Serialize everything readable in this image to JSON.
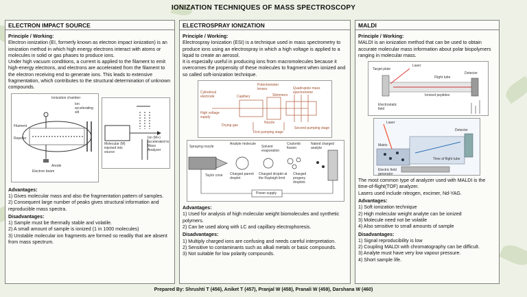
{
  "title": "IONIZATION TECHNIQUES OF MASS SPECTROSCOPY",
  "panels": {
    "ei": {
      "heading": "ELECTRON IMPACT SOURCE",
      "principle_heading": "Principle / Working:",
      "principle_text_1": "Electron ionization (EI, formerly known as electron impact ionization) is an ionization method in which high energy electrons interact with atoms or molecules in solid or gas phases to produce ions.",
      "principle_text_2": "Under high vacuum conditions, a current is applied to the filament to emit high-energy electrons, and electrons are accelerated from the filament to the electron receiving end to generate ions. This leads to extensive fragmentation, which contributes to the structural determination of unknown compounds.",
      "figure": {
        "labels": [
          "Filament",
          "Repeller",
          "Ionization chamber",
          "Electron beam",
          "Ion accelerating slit",
          "Anode",
          "Molecular (M) injected into source",
          "Ion (M+) accelerated to Mass Analyzer"
        ]
      },
      "advantages_heading": "Advantages:",
      "advantages": [
        "1) Gives molecular mass and also the fragmentation pattern of samples.",
        "2) Consequent large number of peaks gives structural information and reproducible mass spectra."
      ],
      "disadvantages_heading": "Disadvantages:",
      "disadvantages": [
        "1) Sample must be thermally stable and volatile.",
        "2) A small amount of sample is ionized (1 in 1000 molecules)",
        "3) Unstable molecular ion fragments are formed so readily that are absent from mass spectrum."
      ]
    },
    "esi": {
      "heading": "ELECTROSPRAY IONIZATION",
      "principle_heading": "Principle / Working:",
      "principle_text_1": "Electrospray Ionization (ESI) is a technique used in mass spectrometry to produce ions using an electrospray in which a high voltage is applied to a liquid to create an aerosol.",
      "principle_text_2": "It is especially useful in producing ions from macromolecules because it overcomes the propensity of these molecules to fragment when ionized and so called soft-ionization technique.",
      "figure1": {
        "labels": [
          "Cylindrical electrode",
          "Capillary",
          "Potentiometer lenses",
          "Quadrupole mass spectrometer",
          "High voltage supply",
          "Drying gas",
          "Nozzle",
          "Skimmers",
          "First pumping stage",
          "Second pumping stage"
        ]
      },
      "figure2": {
        "labels": [
          "Spraying nozzle",
          "Analyte molecule",
          "Solvent evaporation",
          "Coulomb fission",
          "Naked charged analyte",
          "Taylor cone",
          "Charged parent droplet",
          "Charged droplet at the Rayleigh limit",
          "Charged progeny droplets",
          "Power supply"
        ]
      },
      "advantages_heading": "Advantages:",
      "advantages": [
        "1) Used for analysis of high molecular weight biomolecules and synthetic polymers.",
        "2) Can be used along with LC and capillary electrophoresis."
      ],
      "disadvantages_heading": "Disadvantages:",
      "disadvantages": [
        "1) Multiply charged ions are confusing and needs careful interpretation.",
        "2) Sensitive to contaminants such as alkali metals or basic compounds.",
        "3) Not suitable for low polarity compounds."
      ]
    },
    "maldi": {
      "heading": "MALDI",
      "principle_heading": "Principle / Working:",
      "principle_text": "MALDI is an ionization method that can be used to obtain accurate molecular mass information about polar biopolymers ranging in molecular mass.",
      "figure1": {
        "labels": [
          "Target plate",
          "Laser",
          "Flight tube",
          "Detector",
          "Electrostatic field",
          "Ionized peptides"
        ]
      },
      "figure2": {
        "labels": [
          "Laser",
          "Detector",
          "Matrix",
          "Time of flight tube",
          "Electric field generator"
        ]
      },
      "analyzer_text": "The most common type of analyzer used with MALDI is the time-of-flight(TOF) analyzer.",
      "lasers_text": "Lasers used include nitrogen, excimer, Nd-YAG.",
      "advantages_heading": "Advantages:",
      "advantages": [
        "1)   Soft ionization technique",
        "2)   High molecular weight analyte can be ionized",
        "3)   Molecule need not be volatile",
        "4)   Also sensitive to small amounts of sample"
      ],
      "disadvantages_heading": "Disadvantages:",
      "disadvantages": [
        "1)   Signal reproducibility is low",
        "2)   Coupling MALDI with chromatography can be difficult.",
        "3)   Analyte must have very low vapour pressure.",
        "4)   Short sample life."
      ]
    }
  },
  "footer": "Prepared By: Shrushti T (456), Aniket T (457), Pranjal W (458), Pranali W (459), Darshana W (460)"
}
